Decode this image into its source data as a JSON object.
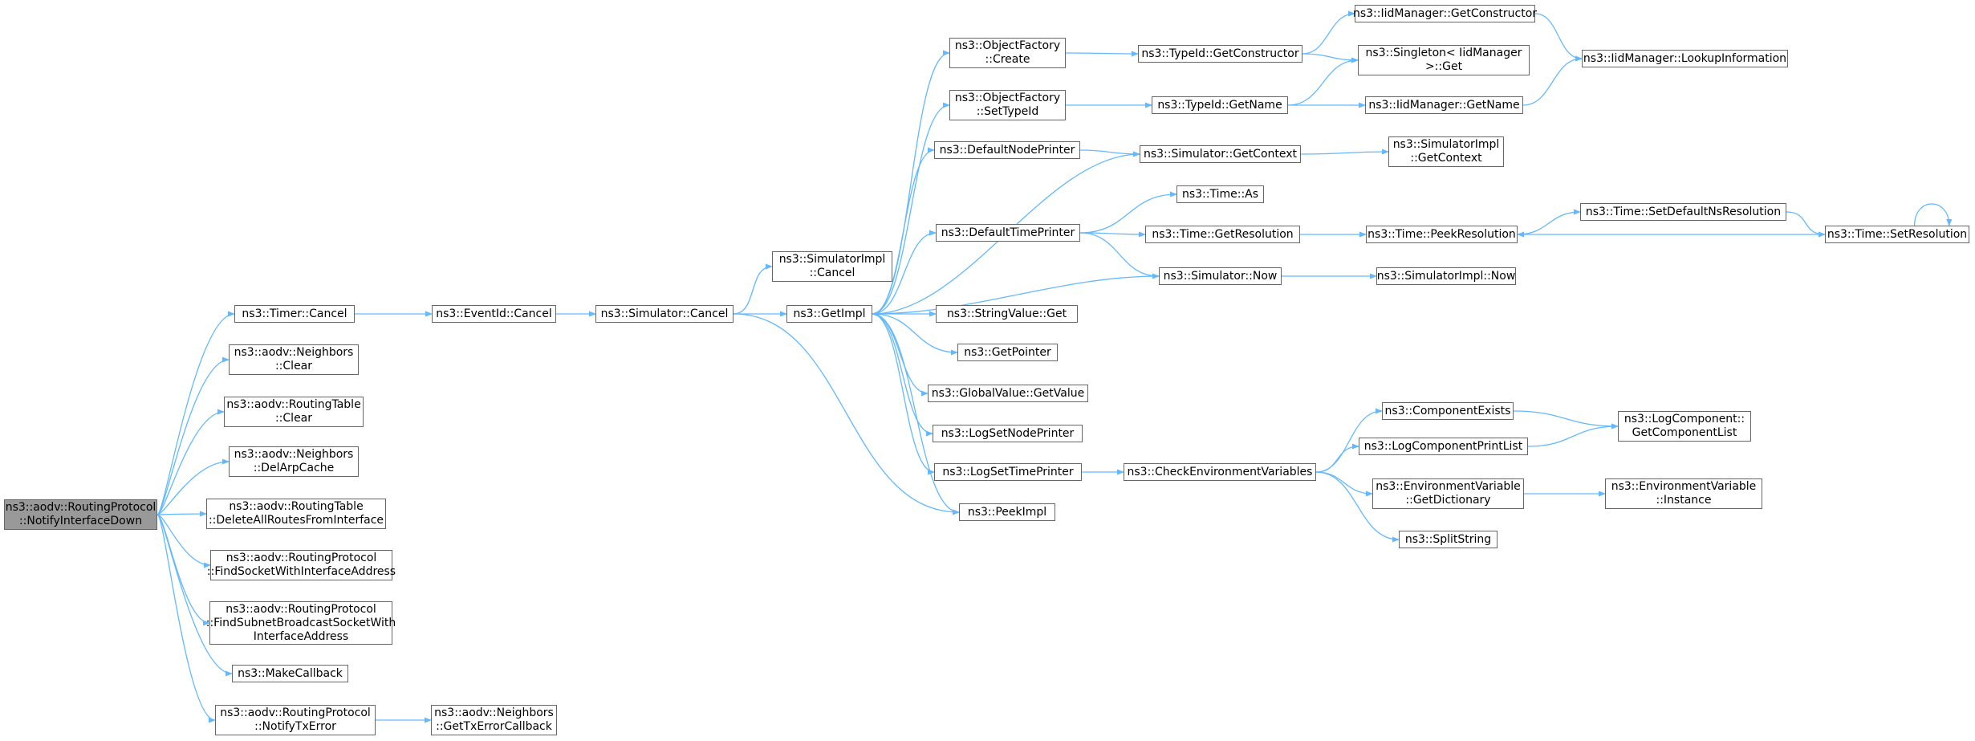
{
  "graph": {
    "edge_color": "#63b8ff",
    "root_fill": "#999999",
    "node_border": "#666666",
    "nodes": {
      "root": "ns3::aodv::RoutingProtocol\n::NotifyInterfaceDown",
      "timer_cancel": "ns3::Timer::Cancel",
      "neighbors_clear": "ns3::aodv::Neighbors\n::Clear",
      "rtable_clear": "ns3::aodv::RoutingTable\n::Clear",
      "del_arp_cache": "ns3::aodv::Neighbors\n::DelArpCache",
      "delete_all_routes": "ns3::aodv::RoutingTable\n::DeleteAllRoutesFromInterface",
      "find_socket": "ns3::aodv::RoutingProtocol\n::FindSocketWithInterfaceAddress",
      "find_subnet": "ns3::aodv::RoutingProtocol\n::FindSubnetBroadcastSocketWith\nInterfaceAddress",
      "make_callback": "ns3::MakeCallback",
      "notify_tx_error": "ns3::aodv::RoutingProtocol\n::NotifyTxError",
      "get_tx_error_cb": "ns3::aodv::Neighbors\n::GetTxErrorCallback",
      "eventid_cancel": "ns3::EventId::Cancel",
      "simulator_cancel": "ns3::Simulator::Cancel",
      "simimpl_cancel": "ns3::SimulatorImpl\n::Cancel",
      "getimpl": "ns3::GetImpl",
      "of_create": "ns3::ObjectFactory\n::Create",
      "of_settypeid": "ns3::ObjectFactory\n::SetTypeId",
      "default_node_printer": "ns3::DefaultNodePrinter",
      "default_time_printer": "ns3::DefaultTimePrinter",
      "stringvalue_get": "ns3::StringValue::Get",
      "getpointer": "ns3::GetPointer",
      "globalvalue_getvalue": "ns3::GlobalValue::GetValue",
      "log_set_node_printer": "ns3::LogSetNodePrinter",
      "log_set_time_printer": "ns3::LogSetTimePrinter",
      "peekimpl": "ns3::PeekImpl",
      "typeid_getconstructor": "ns3::TypeId::GetConstructor",
      "typeid_getname": "ns3::TypeId::GetName",
      "sim_getcontext": "ns3::Simulator::GetContext",
      "time_as": "ns3::Time::As",
      "time_getresolution": "ns3::Time::GetResolution",
      "sim_now": "ns3::Simulator::Now",
      "check_env": "ns3::CheckEnvironmentVariables",
      "iid_getconstructor": "ns3::IidManager::GetConstructor",
      "singleton_get": "ns3::Singleton< IidManager\n>::Get",
      "iid_getname": "ns3::IidManager::GetName",
      "simimpl_getcontext": "ns3::SimulatorImpl\n::GetContext",
      "time_peekresolution": "ns3::Time::PeekResolution",
      "simimpl_now": "ns3::SimulatorImpl::Now",
      "component_exists": "ns3::ComponentExists",
      "log_component_print_list": "ns3::LogComponentPrintList",
      "env_getdictionary": "ns3::EnvironmentVariable\n::GetDictionary",
      "splitstring": "ns3::SplitString",
      "iid_lookup": "ns3::IidManager::LookupInformation",
      "time_setdefaultns": "ns3::Time::SetDefaultNsResolution",
      "logcomponent_getlist": "ns3::LogComponent::\nGetComponentList",
      "env_instance": "ns3::EnvironmentVariable\n::Instance",
      "time_setresolution": "ns3::Time::SetResolution"
    },
    "edges": [
      [
        "root",
        "timer_cancel"
      ],
      [
        "root",
        "neighbors_clear"
      ],
      [
        "root",
        "rtable_clear"
      ],
      [
        "root",
        "del_arp_cache"
      ],
      [
        "root",
        "delete_all_routes"
      ],
      [
        "root",
        "find_socket"
      ],
      [
        "root",
        "find_subnet"
      ],
      [
        "root",
        "make_callback"
      ],
      [
        "root",
        "notify_tx_error"
      ],
      [
        "notify_tx_error",
        "get_tx_error_cb"
      ],
      [
        "timer_cancel",
        "eventid_cancel"
      ],
      [
        "eventid_cancel",
        "simulator_cancel"
      ],
      [
        "simulator_cancel",
        "simimpl_cancel"
      ],
      [
        "simulator_cancel",
        "getimpl"
      ],
      [
        "simulator_cancel",
        "peekimpl"
      ],
      [
        "getimpl",
        "of_create"
      ],
      [
        "getimpl",
        "of_settypeid"
      ],
      [
        "getimpl",
        "default_node_printer"
      ],
      [
        "getimpl",
        "default_time_printer"
      ],
      [
        "getimpl",
        "stringvalue_get"
      ],
      [
        "getimpl",
        "getpointer"
      ],
      [
        "getimpl",
        "globalvalue_getvalue"
      ],
      [
        "getimpl",
        "log_set_node_printer"
      ],
      [
        "getimpl",
        "log_set_time_printer"
      ],
      [
        "getimpl",
        "peekimpl"
      ],
      [
        "of_create",
        "typeid_getconstructor"
      ],
      [
        "of_settypeid",
        "typeid_getname"
      ],
      [
        "default_node_printer",
        "sim_getcontext"
      ],
      [
        "sim_getcontext",
        "getimpl"
      ],
      [
        "sim_getcontext",
        "simimpl_getcontext"
      ],
      [
        "default_time_printer",
        "time_as"
      ],
      [
        "default_time_printer",
        "time_getresolution"
      ],
      [
        "default_time_printer",
        "sim_now"
      ],
      [
        "sim_now",
        "getimpl"
      ],
      [
        "sim_now",
        "simimpl_now"
      ],
      [
        "typeid_getconstructor",
        "iid_getconstructor"
      ],
      [
        "typeid_getconstructor",
        "singleton_get"
      ],
      [
        "typeid_getname",
        "singleton_get"
      ],
      [
        "typeid_getname",
        "iid_getname"
      ],
      [
        "iid_getconstructor",
        "iid_lookup"
      ],
      [
        "iid_getname",
        "iid_lookup"
      ],
      [
        "time_getresolution",
        "time_peekresolution"
      ],
      [
        "time_peekresolution",
        "time_setdefaultns"
      ],
      [
        "time_setdefaultns",
        "time_setresolution"
      ],
      [
        "time_setresolution",
        "time_setresolution"
      ],
      [
        "time_setresolution",
        "time_peekresolution"
      ],
      [
        "log_set_time_printer",
        "check_env"
      ],
      [
        "check_env",
        "component_exists"
      ],
      [
        "check_env",
        "log_component_print_list"
      ],
      [
        "check_env",
        "env_getdictionary"
      ],
      [
        "check_env",
        "splitstring"
      ],
      [
        "component_exists",
        "logcomponent_getlist"
      ],
      [
        "log_component_print_list",
        "logcomponent_getlist"
      ],
      [
        "env_getdictionary",
        "env_instance"
      ]
    ]
  }
}
